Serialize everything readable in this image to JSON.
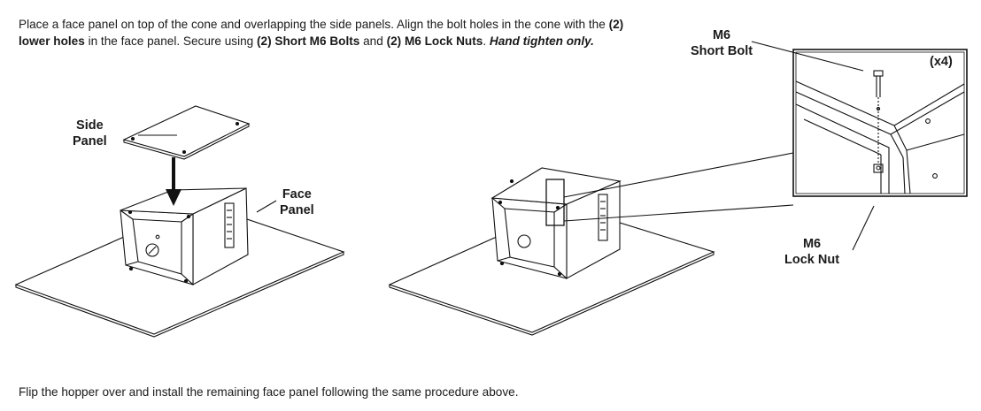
{
  "instruction": {
    "t1": "Place a face panel on top of the cone and overlapping the side panels. Align the bolt holes in the cone with the ",
    "b1": "(2) lower holes",
    "t2": " in the face panel. Secure using ",
    "b2": "(2) Short M6 Bolts",
    "t3": " and ",
    "b3": "(2) M6 Lock Nuts",
    "t4": ". ",
    "i1": "Hand tighten only."
  },
  "labels": {
    "side_panel_1": "Side",
    "side_panel_2": "Panel",
    "face_panel_1": "Face",
    "face_panel_2": "Panel",
    "bolt_1": "M6",
    "bolt_2": "Short Bolt",
    "nut_1": "M6",
    "nut_2": "Lock Nut",
    "quantity": "(x4)"
  },
  "footer": "Flip the hopper over and install the remaining face panel following the same procedure above."
}
